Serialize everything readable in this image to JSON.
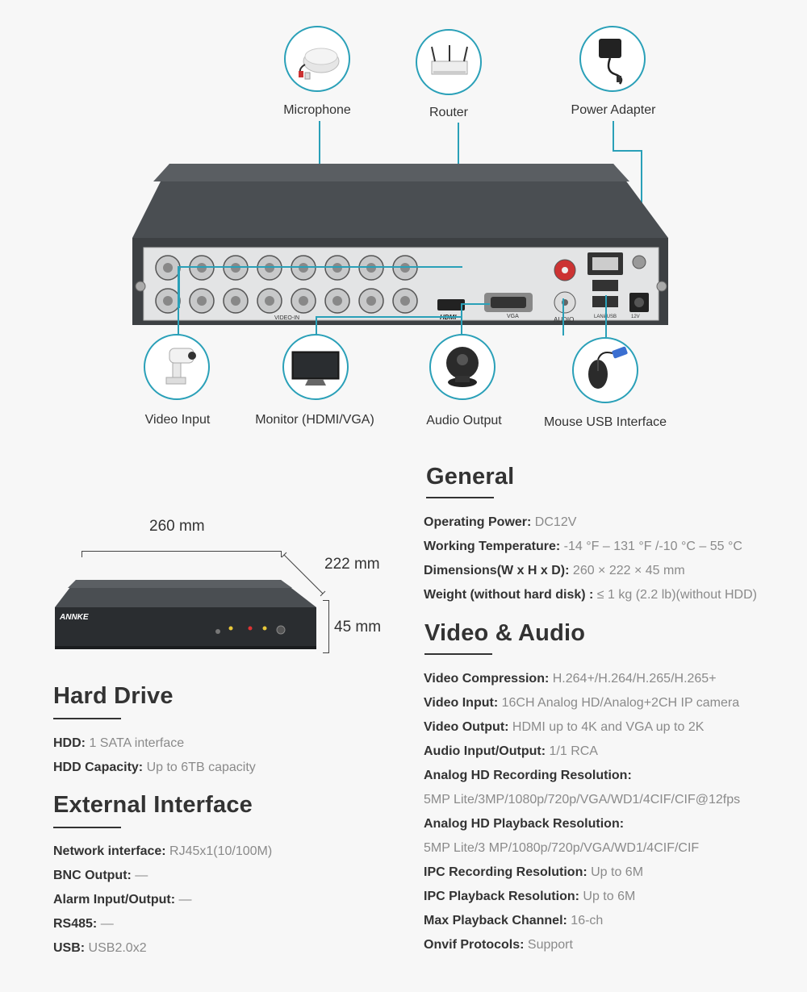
{
  "accessories_top": [
    {
      "label": "Microphone"
    },
    {
      "label": "Router"
    },
    {
      "label": "Power Adapter"
    }
  ],
  "accessories_bottom": [
    {
      "label": "Video Input"
    },
    {
      "label": "Monitor (HDMI/VGA)"
    },
    {
      "label": "Audio Output"
    },
    {
      "label": "Mouse USB Interface"
    }
  ],
  "panel_labels": {
    "video_in": "VIDEO-IN",
    "hdmi": "HDMI",
    "vga": "VGA",
    "audio": "AUDIO",
    "lan_usb": "LAN&USB",
    "power": "12V"
  },
  "dimensions": {
    "width": "260 mm",
    "depth": "222 mm",
    "height": "45 mm",
    "brand": "ANNKE"
  },
  "general": {
    "title": "General",
    "specs": [
      {
        "k": "Operating Power:",
        "v": "DC12V"
      },
      {
        "k": "Working Temperature:",
        "v": "-14 °F – 131 °F /-10 °C – 55 °C"
      },
      {
        "k": "Dimensions(W x H x D):",
        "v": "260 × 222 × 45 mm"
      },
      {
        "k": "Weight (without hard disk) :",
        "v": "≤ 1 kg (2.2 lb)(without HDD)"
      }
    ]
  },
  "video_audio": {
    "title": "Video & Audio",
    "specs": [
      {
        "k": "Video Compression:",
        "v": "H.264+/H.264/H.265/H.265+"
      },
      {
        "k": "Video Input:",
        "v": "16CH Analog HD/Analog+2CH IP camera"
      },
      {
        "k": "Video Output:",
        "v": "HDMI up to 4K and VGA up to 2K"
      },
      {
        "k": "Audio Input/Output:",
        "v": "1/1 RCA"
      },
      {
        "k": "Analog HD Recording Resolution:",
        "v": ""
      },
      {
        "k": "",
        "v": "5MP Lite/3MP/1080p/720p/VGA/WD1/4CIF/CIF@12fps"
      },
      {
        "k": "Analog HD Playback Resolution:",
        "v": ""
      },
      {
        "k": "",
        "v": "5MP Lite/3 MP/1080p/720p/VGA/WD1/4CIF/CIF"
      },
      {
        "k": "IPC Recording Resolution:",
        "v": "Up to 6M"
      },
      {
        "k": "IPC Playback Resolution:",
        "v": "Up to 6M"
      },
      {
        "k": "Max Playback Channel:",
        "v": "16-ch"
      },
      {
        "k": "Onvif Protocols:",
        "v": "Support"
      }
    ]
  },
  "hard_drive": {
    "title": "Hard Drive",
    "specs": [
      {
        "k": "HDD:",
        "v": "1 SATA interface"
      },
      {
        "k": "HDD Capacity:",
        "v": "Up to 6TB capacity"
      }
    ]
  },
  "external_interface": {
    "title": "External Interface",
    "specs": [
      {
        "k": "Network interface:",
        "v": "RJ45x1(10/100M)"
      },
      {
        "k": "BNC Output:",
        "v": "—"
      },
      {
        "k": "Alarm Input/Output:",
        "v": "—"
      },
      {
        "k": "RS485:",
        "v": "—"
      },
      {
        "k": "USB:",
        "v": "USB2.0x2"
      }
    ]
  },
  "colors": {
    "accent": "#2aa0b8",
    "text": "#333333",
    "value": "#8a8a8a"
  }
}
